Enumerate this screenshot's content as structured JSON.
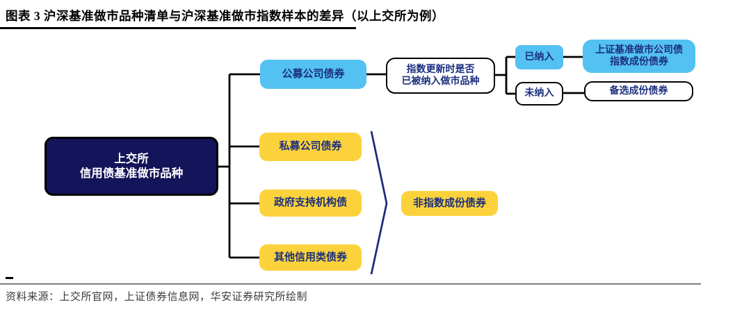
{
  "figure": {
    "title": "图表 3 沪深基准做市品种清单与沪深基准做市指数样本的差异（以上交所为例）",
    "source": "资料来源：上交所官网，上证债券信息网，华安证券研究所绘制"
  },
  "diagram": {
    "root": {
      "line1": "上交所",
      "line2": "信用债基准做市品种"
    },
    "public_bond": "公募公司债券",
    "private_bond": "私募公司债券",
    "gov_support_bond": "政府支持机构债",
    "other_credit_bond": "其他信用类债券",
    "decision": {
      "line1": "指数更新时是否",
      "line2": "已被纳入做市品种"
    },
    "included": "已纳入",
    "not_included": "未纳入",
    "index_constituent": {
      "line1": "上证基准做市公司债",
      "line2": "指数成份债券"
    },
    "alternate_constituent": "备选成份债券",
    "non_index_constituent": "非指数成份债券"
  },
  "colors": {
    "node_blue": "#53C1F1",
    "node_yellow": "#FBD23C",
    "root_navy": "#14145A",
    "node_text_navy": "#1B2F7E",
    "connector_black": "#000000",
    "chevron_navy": "#1F2C7C",
    "footer_rule_gray": "#7d7d7d"
  }
}
